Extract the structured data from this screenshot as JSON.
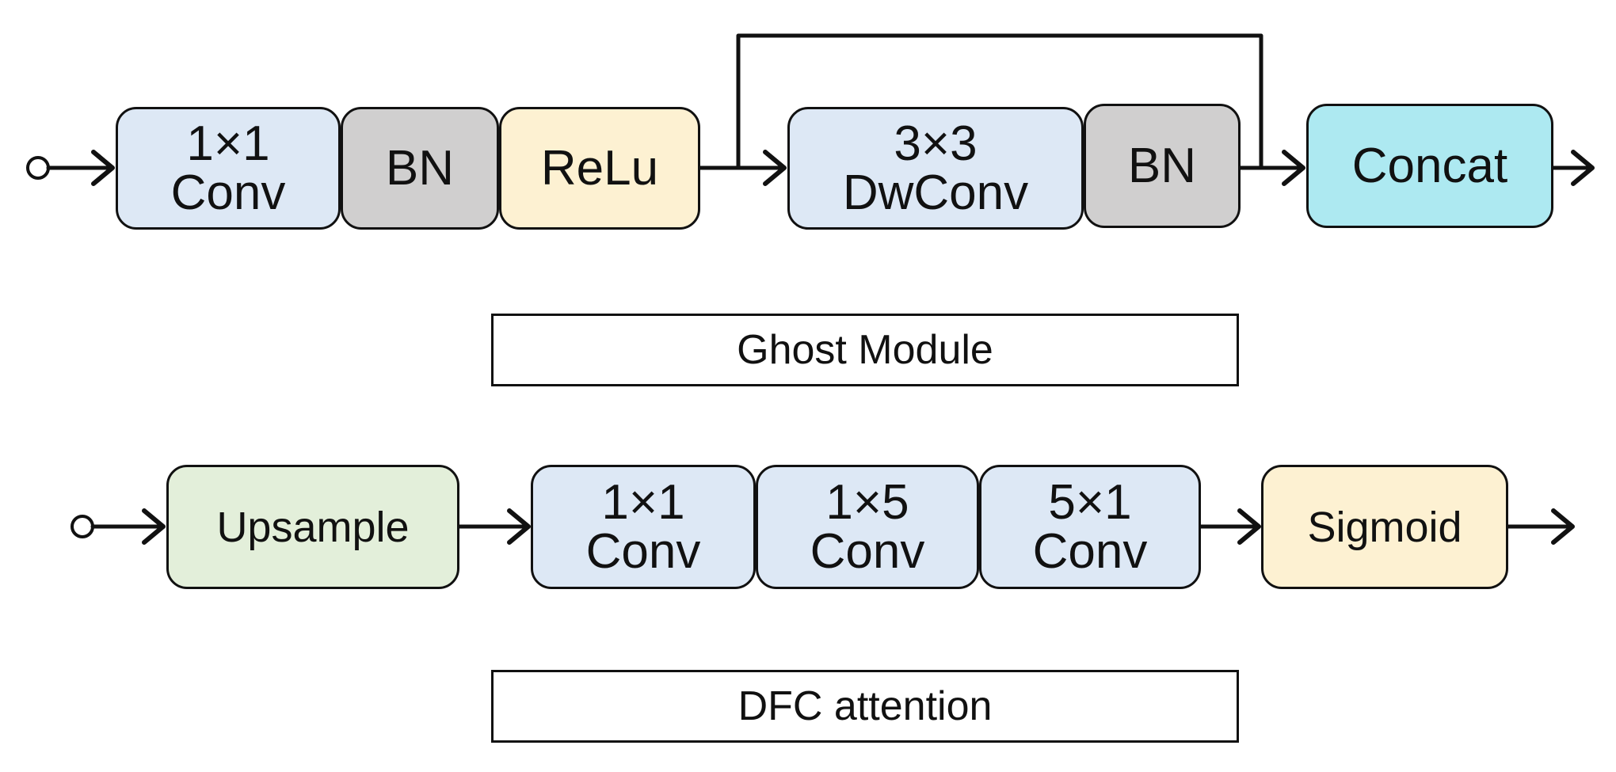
{
  "colors": {
    "conv": "#dde8f5",
    "bn": "#d0cfcf",
    "relu": "#fdf1d2",
    "concat": "#ade9f1",
    "upsample": "#e3efda",
    "sigmoid": "#fdf1d2",
    "stroke": "#111111"
  },
  "ghost": {
    "conv1x1": {
      "line1": "1×1",
      "line2": "Conv"
    },
    "bn1": "BN",
    "relu": "ReLu",
    "dwconv": {
      "line1": "3×3",
      "line2": "DwConv"
    },
    "bn2": "BN",
    "concat": "Concat",
    "caption": "Ghost Module"
  },
  "dfc": {
    "upsample": "Upsample",
    "conv1x1": {
      "line1": "1×1",
      "line2": "Conv"
    },
    "conv1x5": {
      "line1": "1×5",
      "line2": "Conv"
    },
    "conv5x1": {
      "line1": "5×1",
      "line2": "Conv"
    },
    "sigmoid": "Sigmoid",
    "caption": "DFC attention"
  }
}
